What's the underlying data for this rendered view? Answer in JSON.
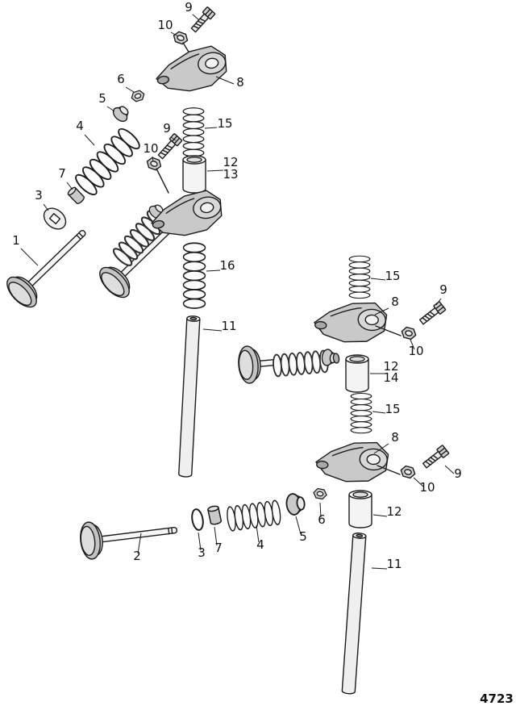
{
  "diagram": {
    "number": "4723",
    "background": "#ffffff",
    "line_color": "#1c1c1c",
    "metal_fill": "#c9c9c9"
  },
  "callouts": [
    {
      "label": "9"
    },
    {
      "label": "10"
    },
    {
      "label": "8"
    },
    {
      "label": "6"
    },
    {
      "label": "5"
    },
    {
      "label": "4"
    },
    {
      "label": "15"
    },
    {
      "label": "9"
    },
    {
      "label": "10"
    },
    {
      "label": "12"
    },
    {
      "label": "13"
    },
    {
      "label": "7"
    },
    {
      "label": "3"
    },
    {
      "label": "1"
    },
    {
      "label": "16"
    },
    {
      "label": "11"
    },
    {
      "label": "15"
    },
    {
      "label": "8"
    },
    {
      "label": "9"
    },
    {
      "label": "10"
    },
    {
      "label": "12"
    },
    {
      "label": "14"
    },
    {
      "label": "15"
    },
    {
      "label": "8"
    },
    {
      "label": "9"
    },
    {
      "label": "10"
    },
    {
      "label": "6"
    },
    {
      "label": "12"
    },
    {
      "label": "11"
    },
    {
      "label": "2"
    },
    {
      "label": "3"
    },
    {
      "label": "7"
    },
    {
      "label": "4"
    },
    {
      "label": "5"
    }
  ]
}
